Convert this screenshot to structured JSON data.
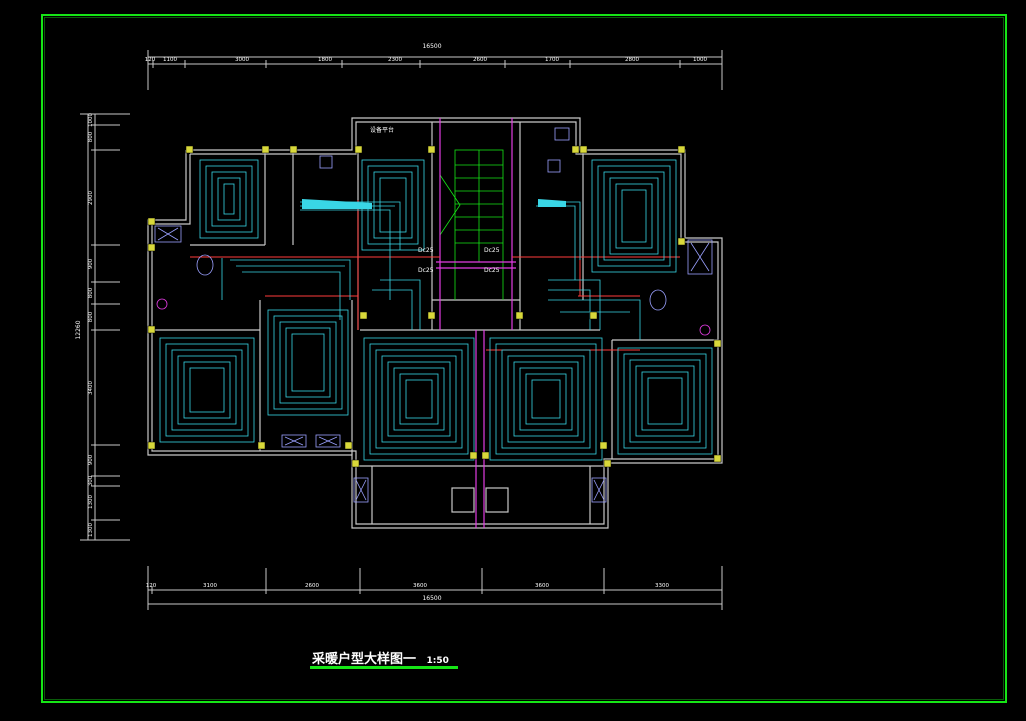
{
  "drawing": {
    "title": "采暖户型大样图一",
    "scale": "1:50"
  },
  "dimensions": {
    "top_total": "16500",
    "top_segments": [
      "120",
      "1100",
      "3000",
      "1800",
      "2300",
      "2600",
      "1700",
      "2800",
      "1000"
    ],
    "bottom_total": "16500",
    "bottom_segments": [
      "120",
      "3100",
      "2600",
      "3600",
      "3600",
      "3300"
    ],
    "left_total": "12260",
    "left_segments": [
      "800",
      "1000",
      "2900",
      "900",
      "800",
      "800",
      "3400",
      "900",
      "300",
      "1300",
      "1300"
    ]
  },
  "rooms": {
    "balcony_top": "设备平台",
    "stair_hall": "Dc25"
  },
  "pipe_labels": {
    "main_left_1": "Dc25",
    "main_left_2": "Dc25",
    "main_right": "Dc25"
  },
  "colors": {
    "background": "#000000",
    "frame": "#16e616",
    "walls": "#c8c8c8",
    "heating_coil": "#39d6e6",
    "supply_pipe": "#ff3c3c",
    "riser": "#e23ce2",
    "stair": "#16e616",
    "column": "#d8d83a",
    "fixtures": "#9aa0ff",
    "dim_text": "#ffffff"
  }
}
